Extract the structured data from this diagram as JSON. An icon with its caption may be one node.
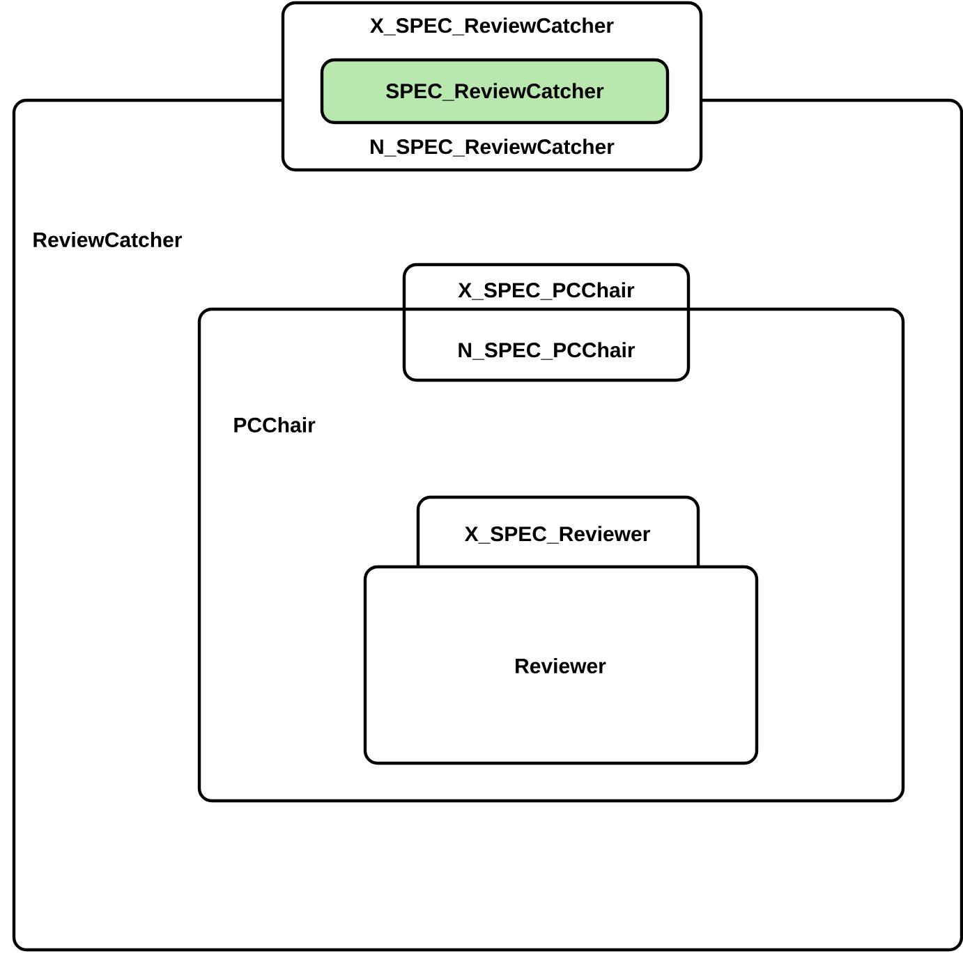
{
  "diagram": {
    "nodes": [
      {
        "text": [
          "ReviewCatcher"
        ]
      },
      {
        "text": [
          "X_SPEC_ReviewCatcher",
          "N_SPEC_ReviewCatcher"
        ]
      },
      {
        "text": [
          "SPEC_ReviewCatcher"
        ],
        "in": 1
      },
      {
        "text": [
          "PCChair"
        ],
        "in": 0
      },
      {
        "text": [
          "X_SPEC_PCChair",
          "N_SPEC_PCChair"
        ],
        "in": 0
      },
      {
        "text": [
          "X_SPEC_Reviewer"
        ],
        "in": 3
      },
      {
        "text": [
          "Reviewer"
        ],
        "in": 3
      }
    ]
  }
}
